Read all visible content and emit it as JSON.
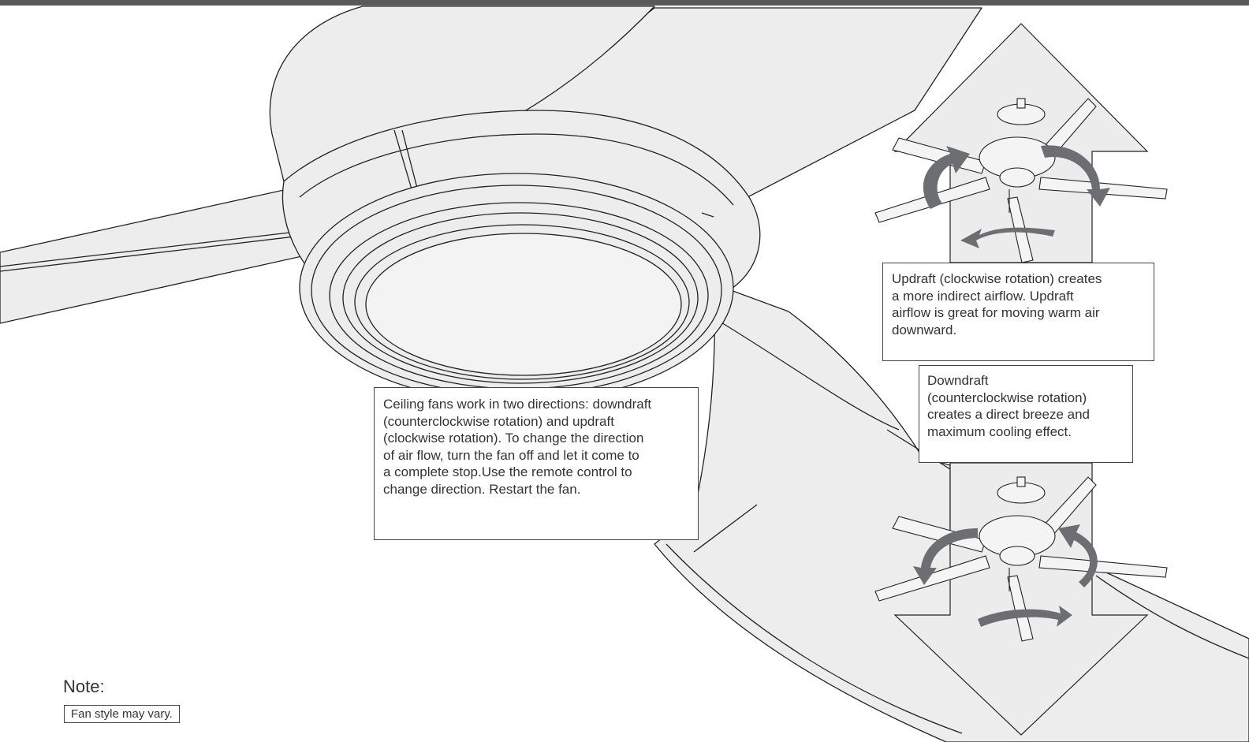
{
  "main_callout": "Ceiling fans work in two directions: downdraft\n(counterclockwise rotation) and updraft\n(clockwise rotation). To change the direction\nof air flow, turn the fan off and let it come to\na complete stop.Use the remote control to\nchange direction. Restart the fan.",
  "updraft_callout": "Updraft (clockwise rotation) creates\na more indirect airflow. Updraft\nairflow is great for moving warm air\ndownward.",
  "downdraft_callout": "Downdraft\n(counterclockwise rotation)\ncreates a direct breeze and\nmaximum cooling effect.",
  "note": {
    "label": "Note:",
    "text": "Fan style may vary."
  },
  "colors": {
    "top_bar": "#58595b",
    "fill": "#ededed",
    "stroke": "#222222",
    "rotation_arrow": "#6d6e71"
  },
  "icons": [
    "ceiling-fan-illustration",
    "updraft-arrow-icon",
    "downdraft-arrow-icon",
    "clockwise-arrow-icon",
    "counterclockwise-arrow-icon"
  ]
}
